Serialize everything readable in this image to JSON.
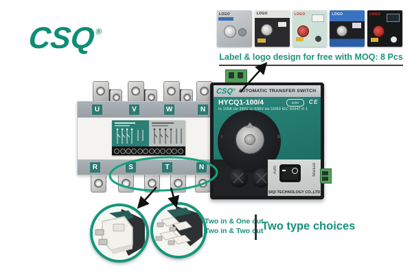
{
  "colors": {
    "brand_teal": "#0E8C76",
    "caption_green": "#1B9478",
    "panel_teal": "#24807A",
    "highlight_green": "#12A37F",
    "terminal_label_bg": "#2E7A71"
  },
  "brand": {
    "logo": "CSQ",
    "reg": "®"
  },
  "label_designs": {
    "caption": "Label & logo design for free with MOQ: 8 Pcs",
    "items": [
      {
        "logo": "LOGO",
        "style": "silver"
      },
      {
        "logo": "LOGO",
        "style": "white-black"
      },
      {
        "logo": "LOGO",
        "style": "mint"
      },
      {
        "logo": "LOGO",
        "style": "blue"
      },
      {
        "logo": "LOGO",
        "style": "black"
      }
    ]
  },
  "switch": {
    "top_terminals": [
      "U",
      "V",
      "W",
      "N"
    ],
    "bottom_terminals": [
      "R",
      "S",
      "T",
      "N"
    ]
  },
  "control_panel": {
    "brand": "CSQ",
    "reg": "®",
    "title": "AUTOMATIC TRANSFER SWITCH",
    "model": "HYCQ1-100/4",
    "specs": "In 100A  Ue 380V  Ui 690V  Hz 50/60  IEC 60947-6-1",
    "badge": "220V",
    "ce": "CE",
    "dial_left": "I",
    "dial_right": "II",
    "auto_label": "Auto",
    "manual_label": "Manual",
    "company": "SIQI TECHNOLOGY CO.,LTD"
  },
  "choices": {
    "line1": "Two in & One out",
    "line2": "Two in & Two out",
    "headline": "Two type choices"
  }
}
